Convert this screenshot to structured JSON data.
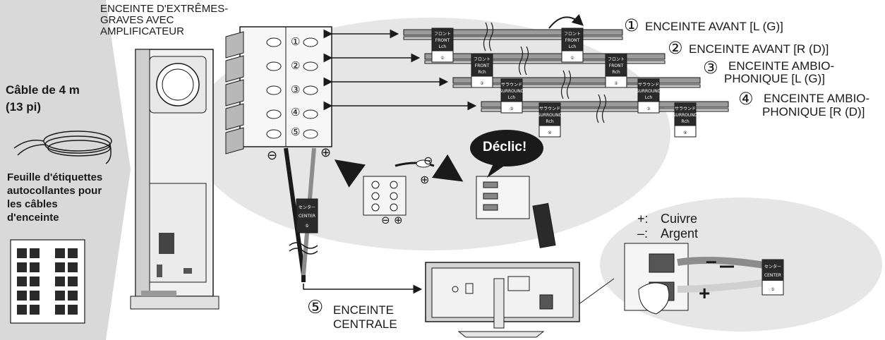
{
  "left_panel": {
    "cable_title": "Câble de 4 m",
    "cable_subtitle": "(13 pi)",
    "sticker_line1": "Feuille d'étiquettes",
    "sticker_line2": "autocollantes pour",
    "sticker_line3": "les câbles",
    "sticker_line4": "d'enceinte"
  },
  "subwoofer": {
    "line1": "ENCEINTE D'EXTRÊMES-",
    "line2": "GRAVES AVEC",
    "line3": "AMPLIFICATEUR"
  },
  "terminal_numbers": [
    "①",
    "②",
    "③",
    "④",
    "⑤"
  ],
  "speakers": [
    {
      "num": "①",
      "line1": "ENCEINTE AVANT [L (G)]",
      "line2": ""
    },
    {
      "num": "②",
      "line1": "ENCEINTE AVANT [R (D)]",
      "line2": ""
    },
    {
      "num": "③",
      "line1": "ENCEINTE AMBIO-",
      "line2": "PHONIQUE [L (G)]"
    },
    {
      "num": "④",
      "line1": "ENCEINTE AMBIO-",
      "line2": "PHONIQUE [R (D)]"
    }
  ],
  "center": {
    "num": "⑤",
    "line1": "ENCEINTE",
    "line2": "CENTRALE"
  },
  "click_bubble": "Déclic!",
  "polarity": {
    "minus": "⊖",
    "plus": "⊕",
    "copper_symbol": "+:",
    "copper": "Cuivre",
    "silver_symbol": "–:",
    "silver": "Argent"
  },
  "cable_tags": [
    {
      "jp": "フロント",
      "en": "FRONT",
      "ch": "Lch",
      "num": "①"
    },
    {
      "jp": "フロント",
      "en": "FRONT",
      "ch": "Rch",
      "num": "②"
    },
    {
      "jp": "サラウンド",
      "en": "SURROUND",
      "ch": "Lch",
      "num": "③"
    },
    {
      "jp": "サラウンド",
      "en": "SURROUND",
      "ch": "Rch",
      "num": "④"
    }
  ],
  "center_tag": {
    "jp": "センター",
    "en": "CENTER",
    "num": "⑤"
  },
  "wire_plus_mark": "+",
  "wire_minus_mark": "–",
  "colors": {
    "line": "#1a1a1a",
    "panel": "#d9d9d9",
    "bubble": "#e6e6e6",
    "dark": "#2a2a2a",
    "cable": "#8c8c8c"
  }
}
